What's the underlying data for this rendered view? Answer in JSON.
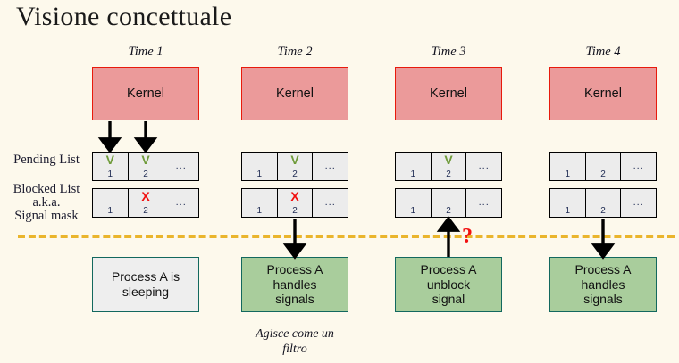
{
  "title": "Visione concettuale",
  "background_color": "#fdf9ec",
  "accent_colors": {
    "kernel_fill": "#eb9a9a",
    "kernel_border": "#e81a0c",
    "table_fill": "#ececec",
    "process_green_fill": "#a9cd9c",
    "process_border": "#12685e",
    "divider": "#eab52c",
    "check_green": "#6f9b3a",
    "cross_red": "#f20d0d"
  },
  "row_labels": {
    "pending": "Pending List",
    "blocked_line1": "Blocked List",
    "blocked_line2": "a.k.a.",
    "blocked_line3": "Signal mask"
  },
  "kernel_label": "Kernel",
  "divider_note": "?",
  "caption": {
    "line1": "Agisce come un",
    "line2": "filtro"
  },
  "columns": [
    {
      "time_label": "Time 1",
      "kernel": "Kernel",
      "kernel_arrows": 2,
      "pending": [
        {
          "mark": "V",
          "num": "1"
        },
        {
          "mark": "V",
          "num": "2"
        },
        {
          "mark": "",
          "num": "",
          "dots": "..."
        }
      ],
      "blocked": [
        {
          "mark": "",
          "num": "1"
        },
        {
          "mark": "X",
          "num": "2"
        },
        {
          "mark": "",
          "num": "",
          "dots": "..."
        }
      ],
      "process": {
        "text_line1": "Process A is",
        "text_line2": "sleeping",
        "text_line3": "",
        "style": "sleep"
      },
      "process_arrow": "none",
      "caption": ""
    },
    {
      "time_label": "Time 2",
      "kernel": "Kernel",
      "kernel_arrows": 0,
      "pending": [
        {
          "mark": "",
          "num": "1"
        },
        {
          "mark": "V",
          "num": "2"
        },
        {
          "mark": "",
          "num": "",
          "dots": "..."
        }
      ],
      "blocked": [
        {
          "mark": "",
          "num": "1"
        },
        {
          "mark": "X",
          "num": "2"
        },
        {
          "mark": "",
          "num": "",
          "dots": "..."
        }
      ],
      "process": {
        "text_line1": "Process A",
        "text_line2": "handles",
        "text_line3": "signals",
        "style": "green"
      },
      "process_arrow": "down",
      "caption": "Agisce come un filtro"
    },
    {
      "time_label": "Time 3",
      "kernel": "Kernel",
      "kernel_arrows": 0,
      "pending": [
        {
          "mark": "",
          "num": "1"
        },
        {
          "mark": "V",
          "num": "2"
        },
        {
          "mark": "",
          "num": "",
          "dots": "..."
        }
      ],
      "blocked": [
        {
          "mark": "",
          "num": "1"
        },
        {
          "mark": "",
          "num": "2"
        },
        {
          "mark": "",
          "num": "",
          "dots": "..."
        }
      ],
      "process": {
        "text_line1": "Process A",
        "text_line2": "unblock",
        "text_line3": "signal",
        "style": "green"
      },
      "process_arrow": "up",
      "caption": ""
    },
    {
      "time_label": "Time 4",
      "kernel": "Kernel",
      "kernel_arrows": 0,
      "pending": [
        {
          "mark": "",
          "num": "1"
        },
        {
          "mark": "",
          "num": "2"
        },
        {
          "mark": "",
          "num": "",
          "dots": "..."
        }
      ],
      "blocked": [
        {
          "mark": "",
          "num": "1"
        },
        {
          "mark": "",
          "num": "2"
        },
        {
          "mark": "",
          "num": "",
          "dots": "..."
        }
      ],
      "process": {
        "text_line1": "Process A",
        "text_line2": "handles",
        "text_line3": "signals",
        "style": "green"
      },
      "process_arrow": "down",
      "caption": ""
    }
  ]
}
